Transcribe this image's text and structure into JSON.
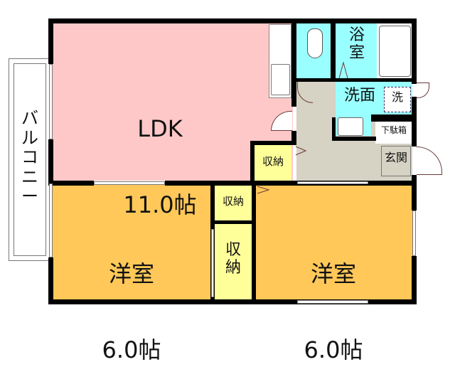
{
  "floorplan": {
    "colors": {
      "ldk": "#FFC8C8",
      "western_room": "#FFC859",
      "storage": "#FFFF99",
      "wet_area": "#99FFFF",
      "hallway": "#D6D2C4",
      "entrance": "#D6D2C4",
      "wall": "#000000",
      "balcony": "#FFFFFF"
    },
    "rooms": {
      "ldk": {
        "name": "LDK",
        "size": "11.0帖"
      },
      "western_room_left": {
        "name": "洋室",
        "size": "6.0帖"
      },
      "western_room_right": {
        "name": "洋室",
        "size": "6.0帖"
      },
      "bathroom": {
        "name": "浴\n室"
      },
      "washroom": {
        "name": "洗面"
      },
      "washing_machine": {
        "name": "洗"
      },
      "shoe_box": {
        "name": "下駄箱"
      },
      "entrance": {
        "name": "玄関"
      },
      "storage_upper": {
        "name": "収納"
      },
      "storage_middle": {
        "name": "収納"
      },
      "storage_lower": {
        "name": "収\n納"
      },
      "balcony": {
        "name": "バ\nル\nコ\nニ\nー"
      }
    }
  }
}
